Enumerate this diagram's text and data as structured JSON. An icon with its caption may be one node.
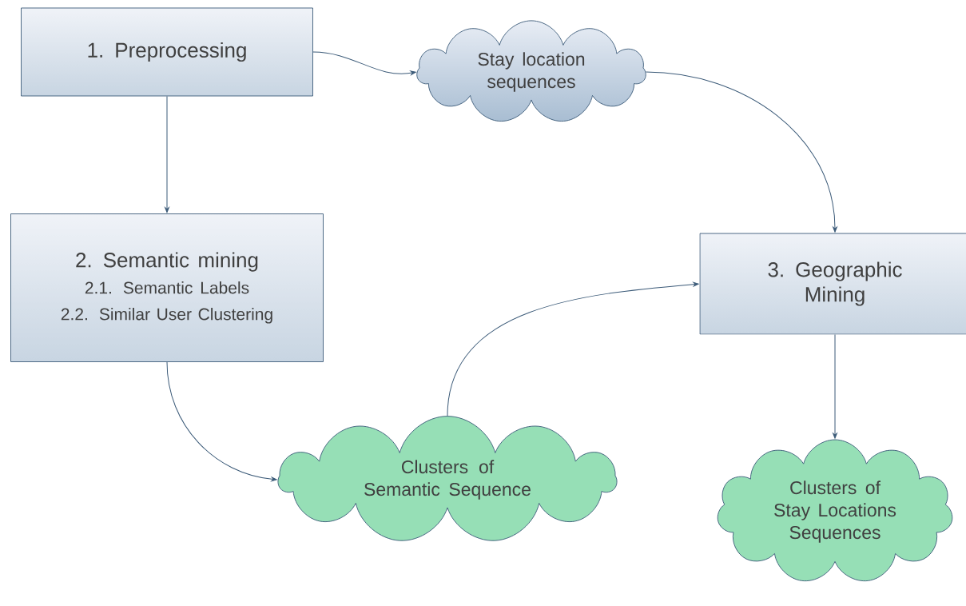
{
  "diagram": {
    "nodes": [
      {
        "text": [
          "1. Preprocessing"
        ]
      },
      {
        "text": [
          "Stay location sequences"
        ]
      },
      {
        "text": [
          "2. Semantic mining",
          "2.1. Semantic Labels",
          "2.2. Similar User Clustering"
        ]
      },
      {
        "text": [
          "3. Geographic Mining"
        ]
      },
      {
        "text": [
          "Clusters of Semantic Sequence"
        ]
      },
      {
        "text": [
          "Clusters of Stay Locations Sequences"
        ]
      }
    ],
    "edges": [
      {
        "from": 0,
        "to": 1,
        "arrow": "to"
      },
      {
        "from": 0,
        "to": 2,
        "arrow": "to"
      },
      {
        "from": 1,
        "to": 3,
        "arrow": "to"
      },
      {
        "from": 2,
        "to": 4,
        "arrow": "to"
      },
      {
        "from": 4,
        "to": 3,
        "arrow": "to"
      },
      {
        "from": 3,
        "to": 5,
        "arrow": "to"
      }
    ]
  }
}
